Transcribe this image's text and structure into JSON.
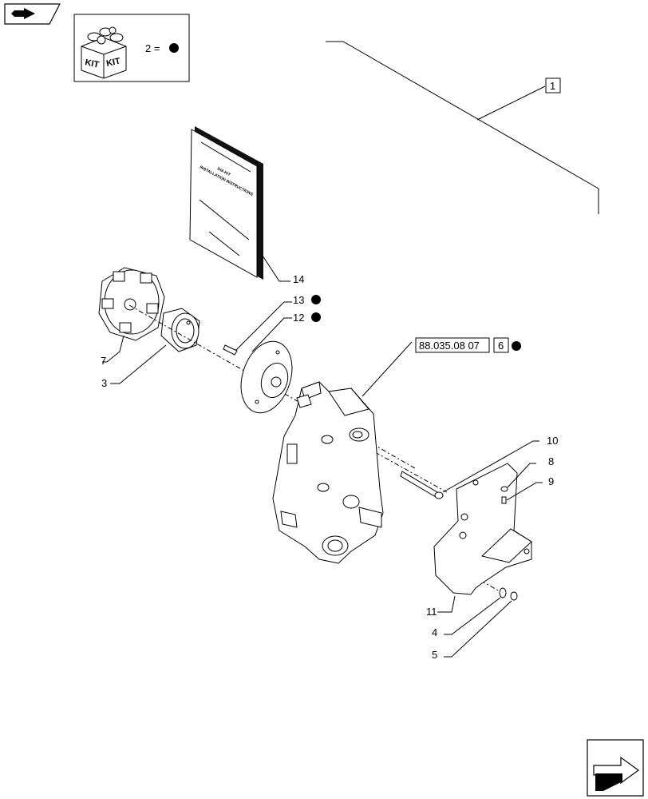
{
  "nav": {
    "back_icon": "folded-arrow-back-icon",
    "next_icon": "forward-arrow-icon"
  },
  "legend": {
    "kit_label_1": "KIT",
    "kit_label_2": "KIT",
    "equation": "2 ="
  },
  "book": {
    "title_line1": "DIA KIT",
    "title_line2": "INSTALLATION INSTRUCTIONS"
  },
  "callouts": {
    "c1": "1",
    "c3": "3",
    "c4": "4",
    "c5": "5",
    "c7": "7",
    "c8": "8",
    "c9": "9",
    "c10": "10",
    "c11": "11",
    "c12": "12",
    "c13": "13",
    "c14": "14",
    "ref_code": "88.035.08 07",
    "ref_num": "6"
  },
  "colors": {
    "line": "#000000",
    "background": "#ffffff",
    "kit_marker": "#000000"
  }
}
